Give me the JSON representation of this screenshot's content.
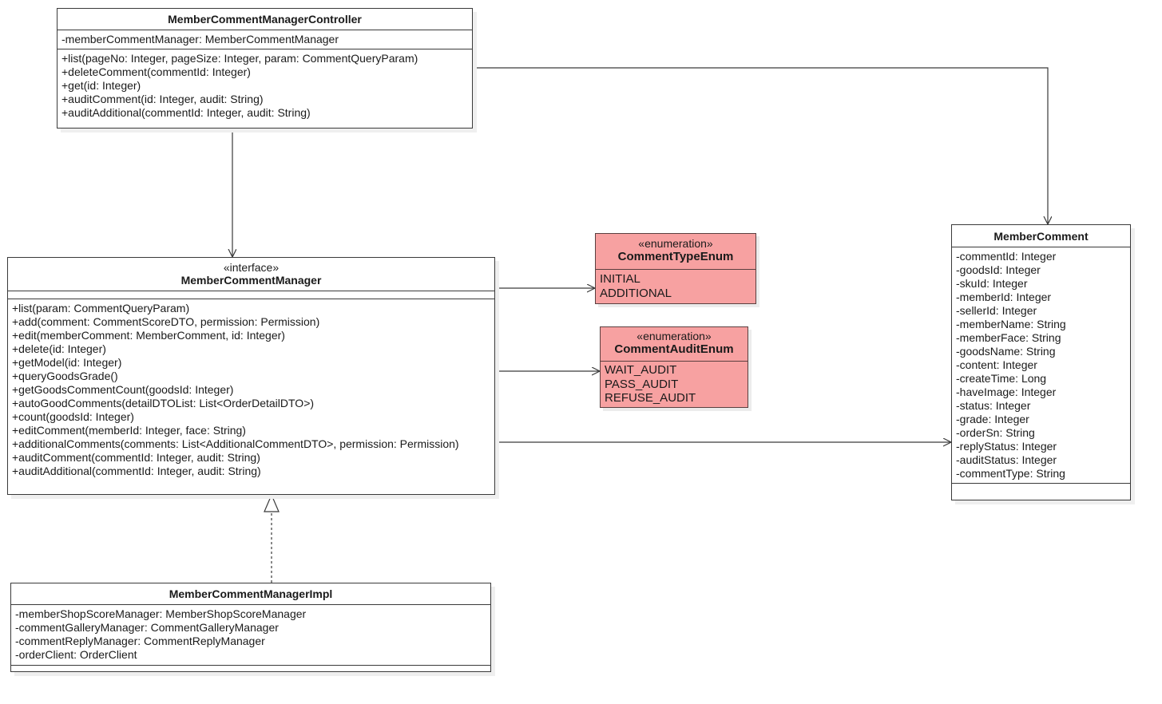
{
  "controller": {
    "name": "MemberCommentManagerController",
    "attributes": [
      "-memberCommentManager: MemberCommentManager"
    ],
    "methods": [
      "+list(pageNo: Integer, pageSize: Integer, param: CommentQueryParam)",
      "+deleteComment(commentId: Integer)",
      "+get(id: Integer)",
      "+auditComment(id: Integer, audit: String)",
      "+auditAdditional(commentId: Integer, audit: String)"
    ]
  },
  "manager": {
    "stereotype": "«interface»",
    "name": "MemberCommentManager",
    "methods": [
      "+list(param: CommentQueryParam)",
      "+add(comment: CommentScoreDTO, permission: Permission)",
      "+edit(memberComment: MemberComment, id: Integer)",
      "+delete(id: Integer)",
      "+getModel(id: Integer)",
      "+queryGoodsGrade()",
      "+getGoodsCommentCount(goodsId: Integer)",
      "+autoGoodComments(detailDTOList: List<OrderDetailDTO>)",
      "+count(goodsId: Integer)",
      "+editComment(memberId: Integer, face: String)",
      "+additionalComments(comments: List<AdditionalCommentDTO>, permission: Permission)",
      "+auditComment(commentId: Integer, audit: String)",
      "+auditAdditional(commentId: Integer, audit: String)"
    ]
  },
  "impl": {
    "name": "MemberCommentManagerImpl",
    "attributes": [
      "-memberShopScoreManager: MemberShopScoreManager",
      "-commentGalleryManager: CommentGalleryManager",
      "-commentReplyManager: CommentReplyManager",
      "-orderClient: OrderClient"
    ]
  },
  "comment_type_enum": {
    "stereotype": "«enumeration»",
    "name": "CommentTypeEnum",
    "values": [
      "INITIAL",
      "ADDITIONAL"
    ]
  },
  "comment_audit_enum": {
    "stereotype": "«enumeration»",
    "name": "CommentAuditEnum",
    "values": [
      "WAIT_AUDIT",
      "PASS_AUDIT",
      "REFUSE_AUDIT"
    ]
  },
  "member_comment": {
    "name": "MemberComment",
    "attributes": [
      "-commentId: Integer",
      "-goodsId: Integer",
      "-skuId: Integer",
      "-memberId: Integer",
      "-sellerId: Integer",
      "-memberName: String",
      "-memberFace: String",
      "-goodsName: String",
      "-content: Integer",
      "-createTime: Long",
      "-haveImage: Integer",
      "-status: Integer",
      "-grade: Integer",
      "-orderSn: String",
      "-replyStatus: Integer",
      "-auditStatus: Integer",
      "-commentType: String"
    ]
  },
  "colors": {
    "enum_fill": "#f7a1a1",
    "line": "#3a3a3a"
  }
}
